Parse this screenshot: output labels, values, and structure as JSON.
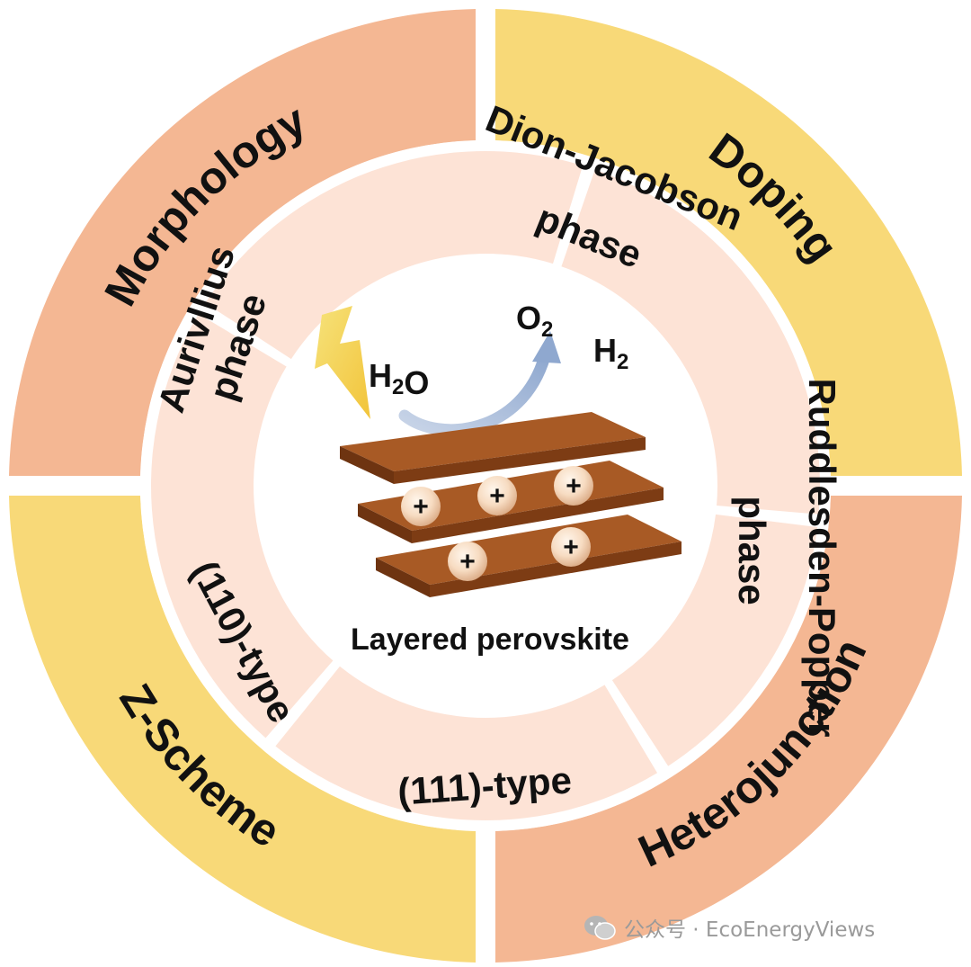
{
  "center": {
    "title": "Layered perovskite",
    "water": "H2O",
    "oxygen": "O2",
    "hydrogen": "H2",
    "charge": "+"
  },
  "inner_ring": {
    "segments": [
      {
        "id": "dion-jacobson",
        "lines": [
          "Dion-Jacobson",
          "phase"
        ]
      },
      {
        "id": "ruddlesden-popper",
        "lines": [
          "Ruddlesden-Popper",
          "phase"
        ]
      },
      {
        "id": "type-111",
        "lines": [
          "(111)-type"
        ]
      },
      {
        "id": "type-110",
        "lines": [
          "(110)-type"
        ]
      },
      {
        "id": "aurivillius",
        "lines": [
          "Aurivllius",
          "phase"
        ]
      }
    ]
  },
  "outer_ring": {
    "segments": [
      {
        "id": "morphology",
        "label": "Morphology"
      },
      {
        "id": "doping",
        "label": "Doping"
      },
      {
        "id": "heterojunction",
        "label": "Heterojunction"
      },
      {
        "id": "z-scheme",
        "label": "Z-Scheme"
      }
    ]
  },
  "watermark": {
    "text": "公众号 · EcoEnergyViews"
  },
  "colors": {
    "salmon": "#f4b793",
    "yellow": "#f8d978",
    "inner_pink": "#fde3d6",
    "slab": "#8b4418",
    "arrow": "#9fb4d3"
  }
}
